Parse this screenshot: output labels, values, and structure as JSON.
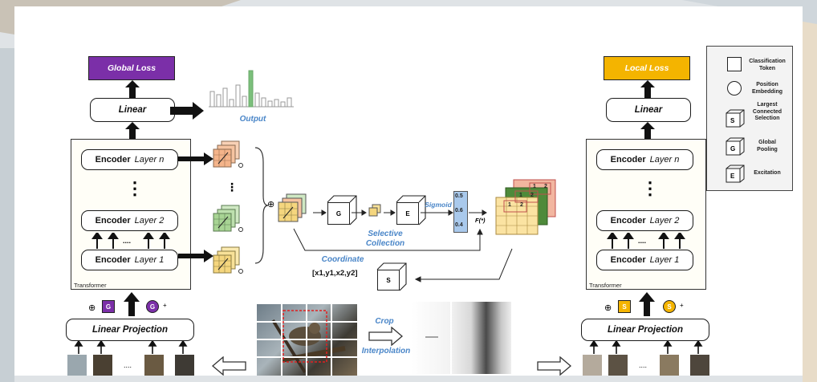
{
  "losses": {
    "global": "Global Loss",
    "local": "Local Loss"
  },
  "linear": "Linear",
  "output_label": "Output",
  "encoder_word": "Encoder",
  "layers": {
    "n": "Layer n",
    "two": "Layer 2",
    "one": "Layer 1"
  },
  "dots_vertical": "⋮",
  "dots_arrows": "....",
  "transformer": "Transformer",
  "linear_projection": "Linear Projection",
  "blocks": {
    "g": "G",
    "e": "E",
    "s": "S"
  },
  "sigmoid": "Sigmoid",
  "sigmoid_values": [
    "0.5",
    "0.6",
    "0.4"
  ],
  "f_label": "F(*)",
  "selective_collection": [
    "Selective",
    "Collection"
  ],
  "coordinate": "Coordinate",
  "coords": "[x1,y1,x2,y2]",
  "crop": "Crop",
  "interpolation": "Interpolation",
  "patch_dots": "....",
  "grid_numbers": [
    "1",
    "2",
    "1",
    "2",
    "1",
    "2"
  ],
  "plus": "⊕",
  "plus_small": "+",
  "legend": {
    "classification": [
      "Classification",
      "Token"
    ],
    "position": [
      "Position",
      "Embedding"
    ],
    "largest": [
      "Largest",
      "Connected",
      "Selection"
    ],
    "global": [
      "Global",
      "Pooling"
    ],
    "excitation": "Excitation"
  },
  "colors": {
    "global_loss": "#7b2fa8",
    "local_loss": "#f4b400",
    "accent_blue": "#4a86c8",
    "green_bar": "#7bbf7b"
  }
}
